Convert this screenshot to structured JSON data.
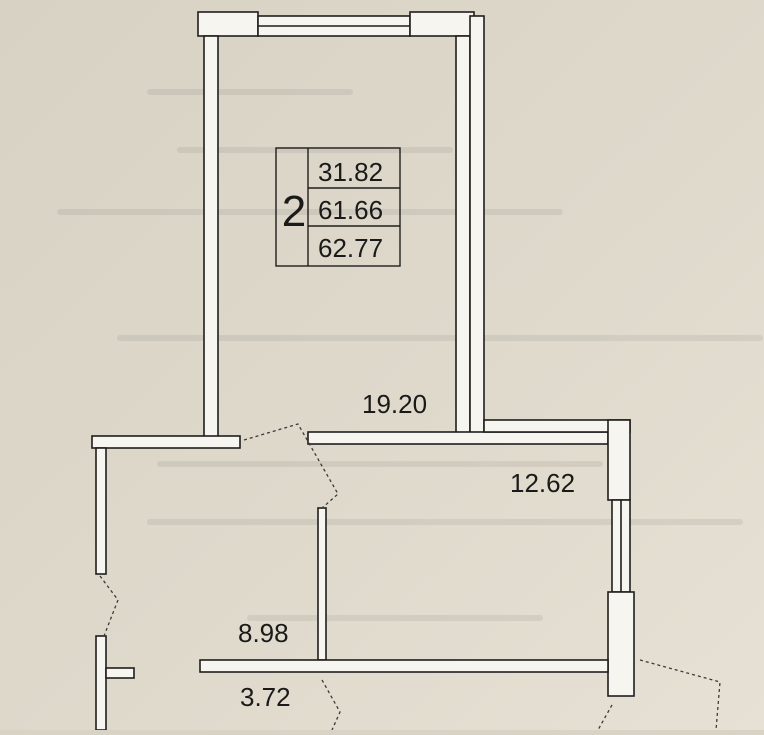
{
  "legend": {
    "apartment_rooms": "2",
    "areas": [
      "31.82",
      "61.66",
      "62.77"
    ]
  },
  "rooms": [
    {
      "id": "room-large",
      "area": "19.20"
    },
    {
      "id": "room-right",
      "area": "12.62"
    },
    {
      "id": "hallway",
      "area": "8.98"
    },
    {
      "id": "bathroom",
      "area": "3.72"
    }
  ]
}
